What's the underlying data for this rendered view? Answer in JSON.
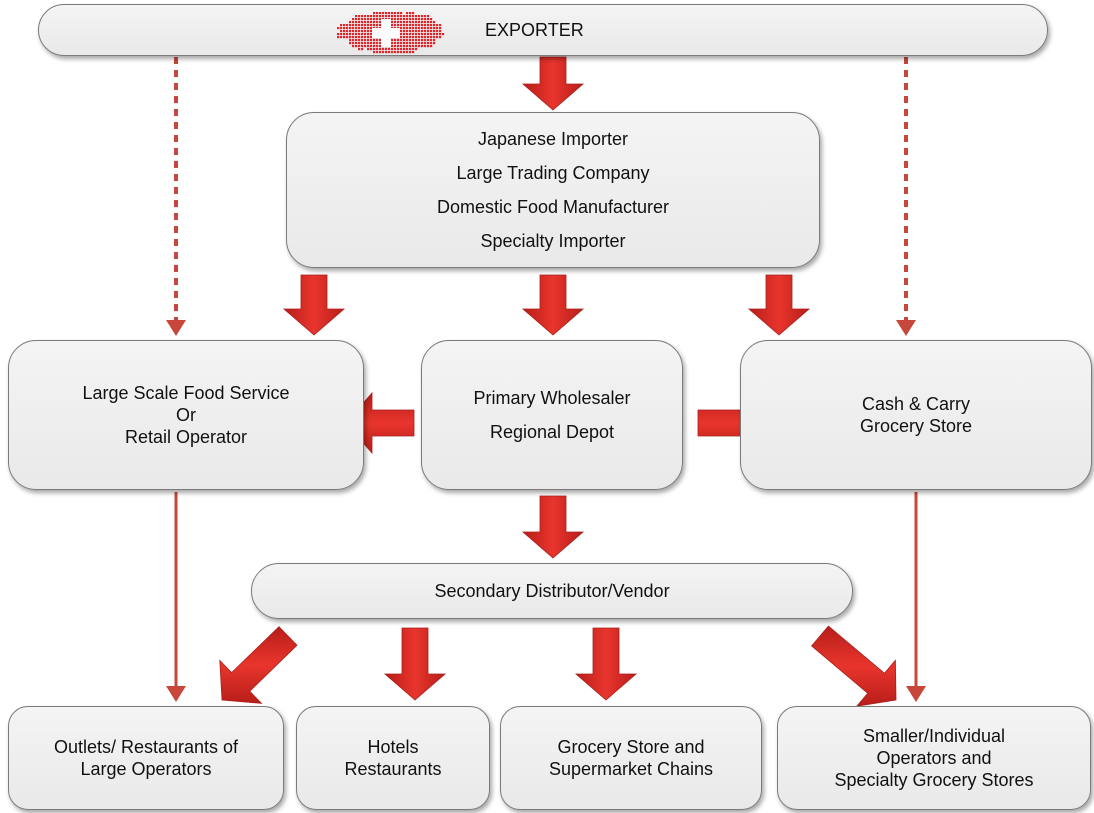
{
  "exporter": {
    "label": "EXPORTER",
    "flag_icon": "swiss-flag-map-icon"
  },
  "importers": {
    "lines": [
      "Japanese Importer",
      "Large Trading Company",
      "Domestic Food Manufacturer",
      "Specialty Importer"
    ]
  },
  "large_scale": {
    "lines": [
      "Large Scale Food Service",
      "Or",
      "Retail Operator"
    ]
  },
  "wholesaler": {
    "lines": [
      "Primary Wholesaler",
      "Regional Depot"
    ]
  },
  "cash_carry": {
    "lines": [
      "Cash & Carry",
      "Grocery Store"
    ]
  },
  "secondary": {
    "label": "Secondary Distributor/Vendor"
  },
  "outlets": {
    "lines": [
      "Outlets/ Restaurants of",
      "Large Operators"
    ]
  },
  "hotels": {
    "lines": [
      "Hotels",
      "Restaurants"
    ]
  },
  "grocery_chains": {
    "lines": [
      "Grocery Store and",
      "Supermarket Chains"
    ]
  },
  "smaller": {
    "lines": [
      "Smaller/Individual",
      "Operators and",
      "Specialty Grocery Stores"
    ]
  },
  "colors": {
    "arrow": "#d0241f",
    "arrow_dark": "#a8201c",
    "line": "#c7473b",
    "box_border": "#7a7a7a",
    "flag": "#e2252b"
  }
}
